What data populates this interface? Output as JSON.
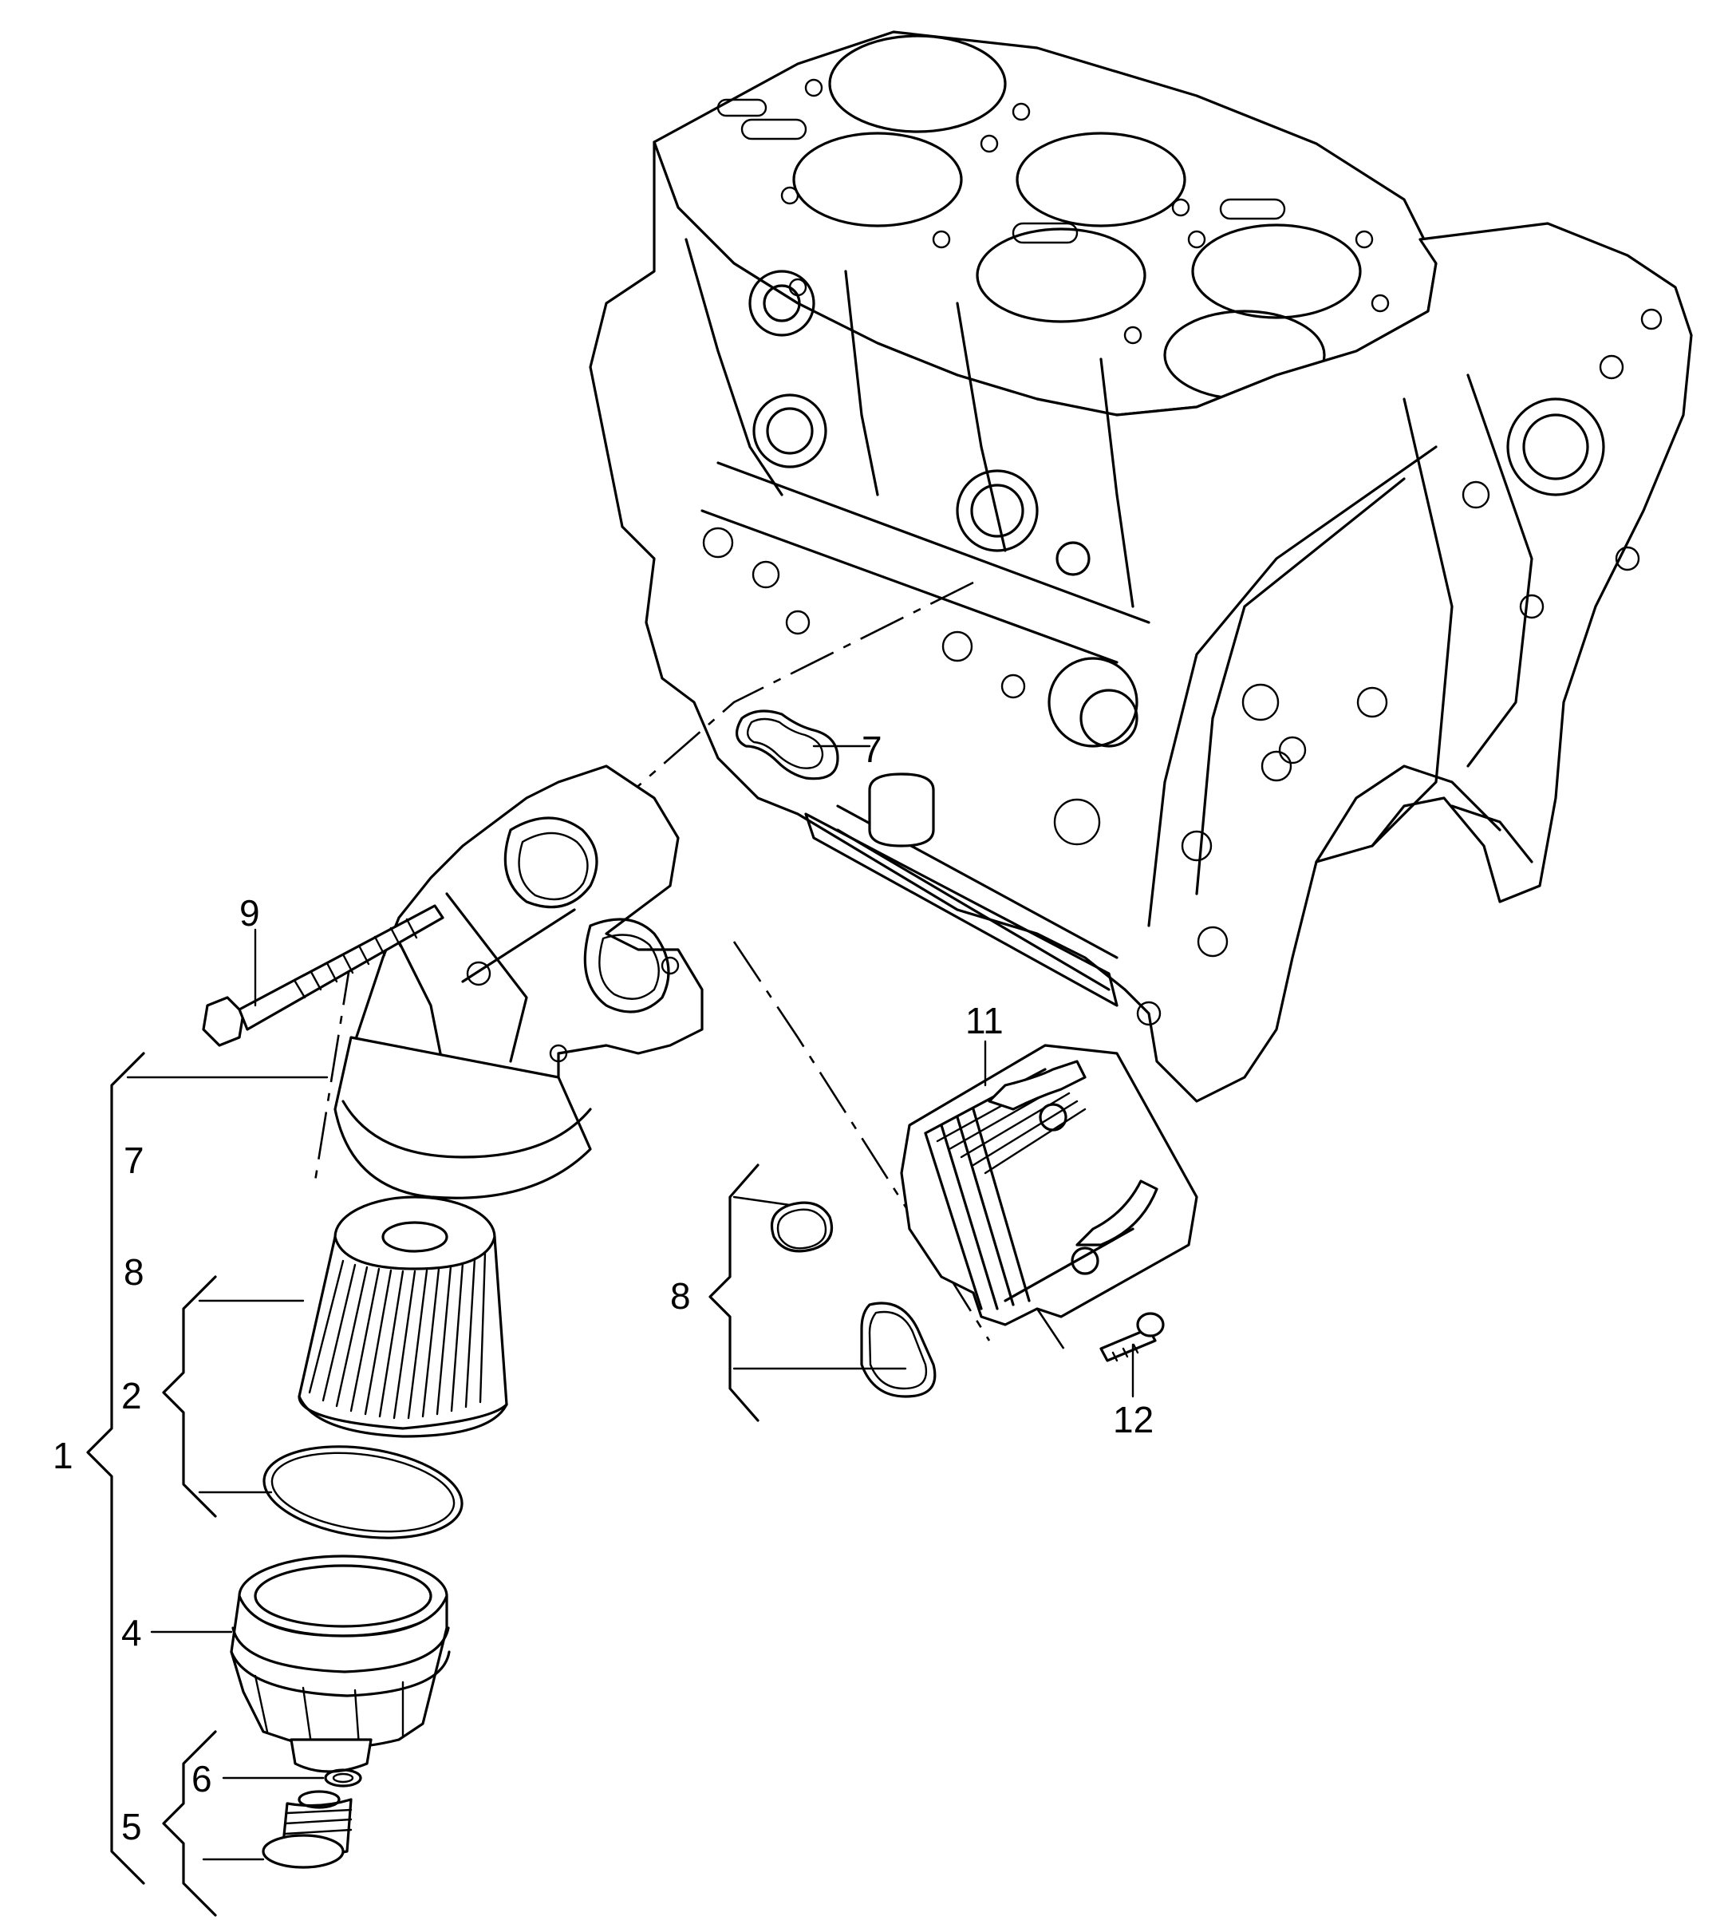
{
  "labels": {
    "l1": "1",
    "l2": "2",
    "l4": "4",
    "l5": "5",
    "l6": "6",
    "l7a": "7",
    "l7b": "7",
    "l8a": "8",
    "l8b": "8",
    "l9": "9",
    "l11": "11",
    "l12": "12"
  },
  "colors": {
    "line": "#000000",
    "background": "#ffffff"
  }
}
